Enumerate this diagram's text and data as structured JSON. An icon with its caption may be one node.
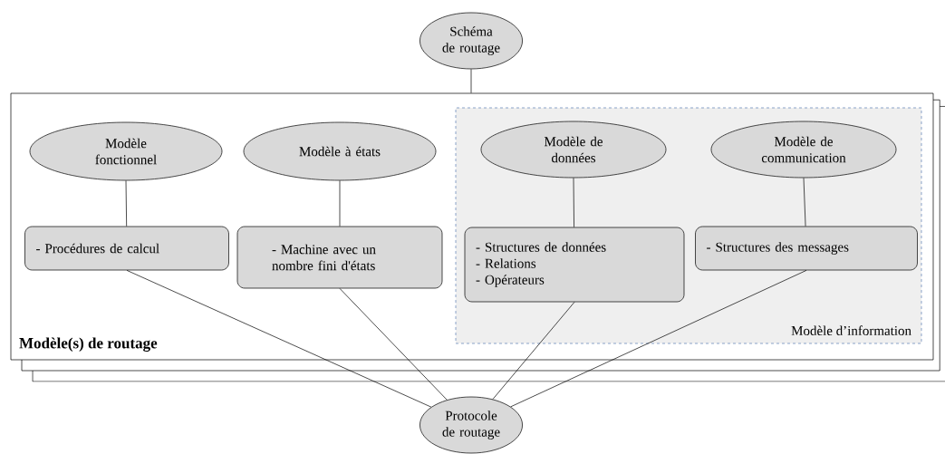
{
  "diagram": {
    "nodes": [
      {
        "text": [
          "Schéma de routage"
        ]
      },
      {
        "text": [
          "Modèle(s) de routage"
        ]
      },
      {
        "text": [
          "Modèle d’information"
        ],
        "in": 1
      },
      {
        "text": [
          "Modèle fonctionnel"
        ],
        "in": 1
      },
      {
        "text": [
          "Modèle à états"
        ],
        "in": 1
      },
      {
        "text": [
          "Modèle de données"
        ],
        "in": 2
      },
      {
        "text": [
          "Modèle de communication"
        ],
        "in": 2
      },
      {
        "text": [
          "- Procédures de calcul"
        ],
        "in": 1
      },
      {
        "text": [
          "- Machine avec un nombre fini d'états"
        ],
        "in": 1
      },
      {
        "text": [
          "- Structures de données",
          "- Relations",
          "- Opérateurs"
        ],
        "in": 2
      },
      {
        "text": [
          "- Structures des messages"
        ],
        "in": 2
      },
      {
        "text": [
          "Protocole de routage"
        ]
      }
    ],
    "edges": [
      {
        "from": 0,
        "to": 1,
        "arrow": "none"
      },
      {
        "from": 3,
        "to": 7,
        "arrow": "none"
      },
      {
        "from": 4,
        "to": 8,
        "arrow": "none"
      },
      {
        "from": 5,
        "to": 9,
        "arrow": "none"
      },
      {
        "from": 6,
        "to": 10,
        "arrow": "none"
      },
      {
        "from": 7,
        "to": 11,
        "arrow": "none"
      },
      {
        "from": 8,
        "to": 11,
        "arrow": "none"
      },
      {
        "from": 9,
        "to": 11,
        "arrow": "none"
      },
      {
        "from": 10,
        "to": 11,
        "arrow": "none"
      }
    ]
  }
}
